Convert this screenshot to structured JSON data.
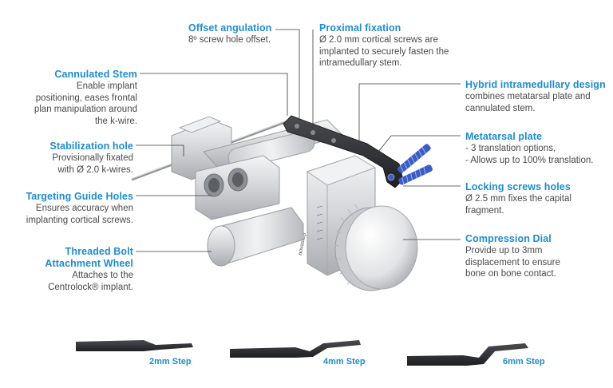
{
  "callouts": {
    "offset_angulation": {
      "title": "Offset angulation",
      "lines": [
        "8º screw hole offset."
      ]
    },
    "proximal_fixation": {
      "title": "Proximal fixation",
      "lines": [
        "Ø 2.0 mm cortical screws are",
        "implanted to securely fasten the",
        "intramedullary stem."
      ]
    },
    "cannulated_stem": {
      "title": "Cannulated Stem",
      "lines": [
        "Enable implant",
        "positioning, eases frontal",
        "plan manipulation around",
        "the k-wire."
      ]
    },
    "hybrid_design": {
      "title": "Hybrid intramedullary design",
      "lines": [
        "combines metatarsal plate and",
        "cannulated stem."
      ]
    },
    "metatarsal_plate": {
      "title": "Metatarsal plate",
      "lines": [
        "- 3 translation options,",
        "- Allows up to 100% translation."
      ]
    },
    "stabilization_hole": {
      "title": "Stabilization hole",
      "lines": [
        "Provisionally fixated",
        "with Ø 2.0 k-wires."
      ]
    },
    "locking_screws": {
      "title": "Locking screws holes",
      "lines": [
        "Ø 2.5 mm fixes the capital",
        "fragment."
      ]
    },
    "targeting_guide": {
      "title": "Targeting Guide Holes",
      "lines": [
        "Ensures accuracy when",
        "implanting cortical screws."
      ]
    },
    "compression_dial": {
      "title": "Compression Dial",
      "lines": [
        "Provide up to 3mm",
        "displacement to ensure",
        "bone on bone contact."
      ]
    },
    "threaded_bolt": {
      "title": "Threaded Bolt",
      "title2": "Attachment Wheel",
      "lines": [
        "Attaches to the",
        "Centrolock® implant."
      ]
    }
  },
  "device": {
    "brand": "novastep"
  },
  "steps": [
    {
      "label": "2mm Step"
    },
    {
      "label": "4mm Step"
    },
    {
      "label": "6mm Step"
    }
  ],
  "colors": {
    "accent": "#1f8ccf",
    "text": "#4a4a4a",
    "metal": "#d7d9dc",
    "plate": "#2b2d33",
    "screw": "#3b5cc4"
  }
}
